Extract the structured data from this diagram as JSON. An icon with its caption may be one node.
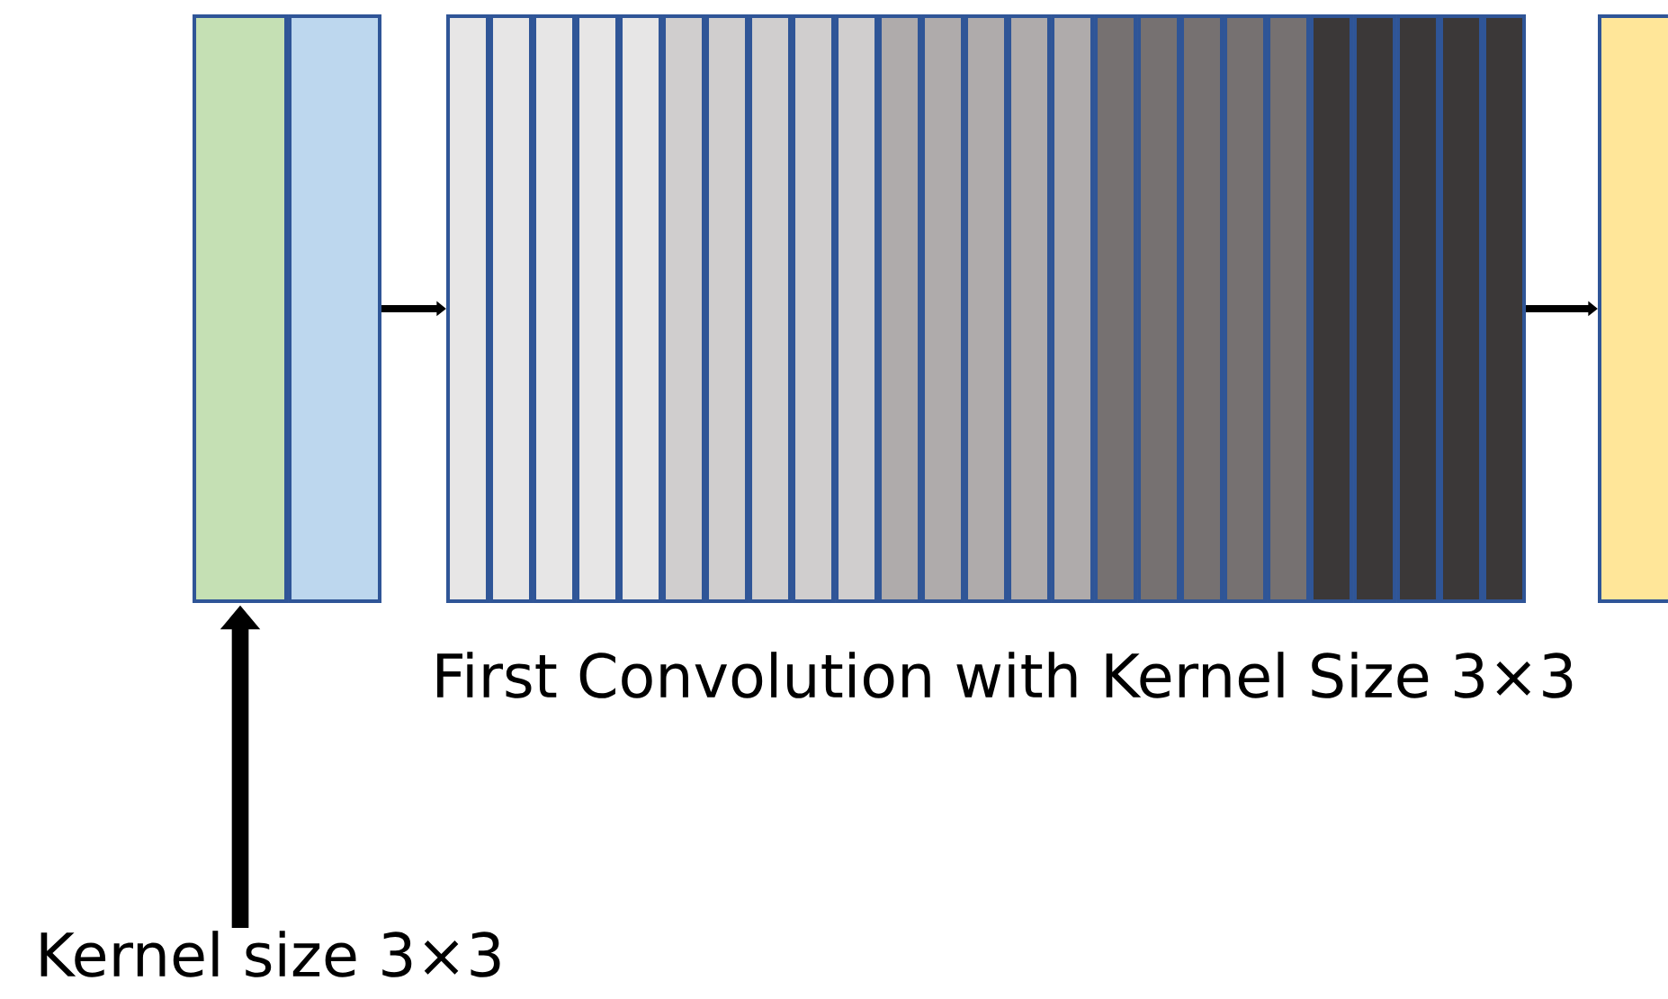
{
  "diagram": {
    "nodes": [
      {
        "text": [],
        "shape": "bar"
      },
      {
        "text": [],
        "shape": "bar"
      },
      {
        "text": [],
        "shape": "bar"
      },
      {
        "text": [],
        "shape": "bar"
      },
      {
        "text": [],
        "shape": "bar"
      },
      {
        "text": [],
        "shape": "bar"
      },
      {
        "text": [],
        "shape": "bar"
      },
      {
        "text": [],
        "shape": "bar"
      },
      {
        "text": [],
        "shape": "bar"
      },
      {
        "text": [],
        "shape": "bar"
      },
      {
        "text": [],
        "shape": "bar"
      },
      {
        "text": [],
        "shape": "bar"
      },
      {
        "text": [],
        "shape": "bar"
      },
      {
        "text": [],
        "shape": "bar"
      },
      {
        "text": [],
        "shape": "bar"
      },
      {
        "text": [],
        "shape": "bar"
      },
      {
        "text": [],
        "shape": "bar"
      },
      {
        "text": [],
        "shape": "bar"
      },
      {
        "text": [],
        "shape": "bar"
      },
      {
        "text": [],
        "shape": "bar"
      },
      {
        "text": [],
        "shape": "bar"
      },
      {
        "text": [],
        "shape": "bar"
      },
      {
        "text": [],
        "shape": "bar"
      },
      {
        "text": [],
        "shape": "bar"
      },
      {
        "text": [],
        "shape": "bar"
      },
      {
        "text": [],
        "shape": "bar"
      },
      {
        "text": [],
        "shape": "bar"
      },
      {
        "text": [],
        "shape": "bar"
      },
      {
        "text": [
          "Kernel size 3×3"
        ]
      }
    ],
    "edges": [
      {
        "from": 1,
        "to": 2,
        "arrow": "to"
      },
      {
        "from": 26,
        "to": 27,
        "arrow": "to"
      },
      {
        "from": 28,
        "to": 0,
        "arrow": "to",
        "style": "thick"
      }
    ],
    "labels": [
      "First Convolution with Kernel Size 3×3"
    ]
  }
}
